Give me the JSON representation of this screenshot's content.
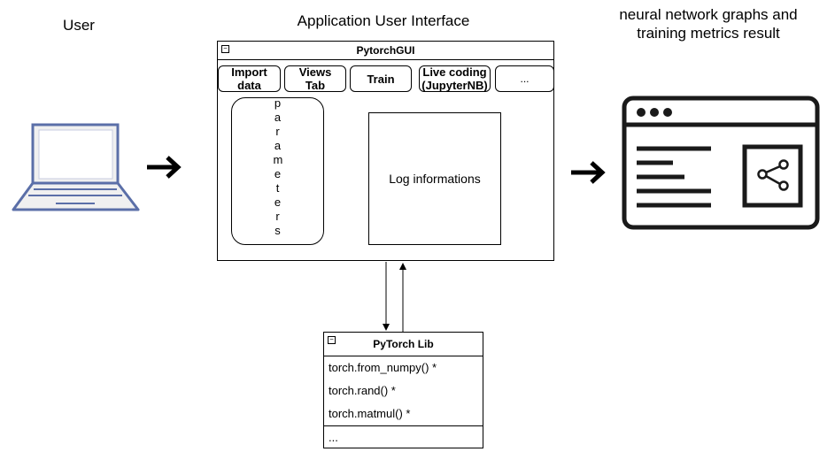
{
  "headings": {
    "user": "User",
    "app_ui": "Application User Interface",
    "results_line1": "neural network graphs and",
    "results_line2": "training metrics result"
  },
  "gui": {
    "title": "PytorchGUI",
    "tabs": [
      {
        "label_line1": "Import",
        "label_line2": "data"
      },
      {
        "label_line1": "Views",
        "label_line2": "Tab"
      },
      {
        "label_line1": "Train",
        "label_line2": ""
      },
      {
        "label_line1": "Live coding",
        "label_line2": "(JupyterNB)"
      },
      {
        "label_line1": "...",
        "label_line2": ""
      }
    ],
    "parameters": "parameters",
    "log": "Log informations"
  },
  "lib": {
    "title": "PyTorch Lib",
    "methods": [
      "torch.from_numpy() *",
      "torch.rand() *",
      "torch.matmul() *"
    ],
    "more": "..."
  },
  "icons": [
    "laptop-icon",
    "browser-window-share-icon",
    "arrow-right-icon"
  ],
  "colors": {
    "laptop": "#5b6fa8",
    "laptop_screen": "#f0f0f0"
  }
}
